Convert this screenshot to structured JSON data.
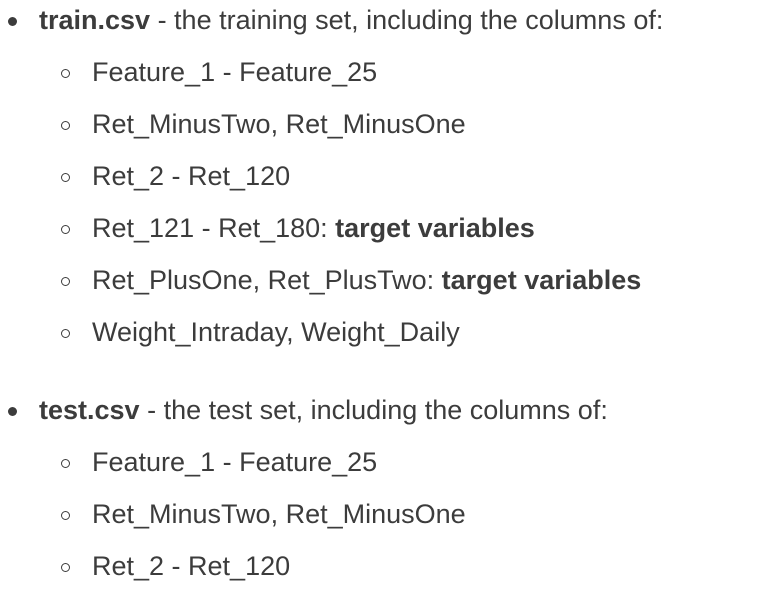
{
  "train": {
    "filename": "train.csv",
    "description": " - the training set, including the columns of:",
    "items": [
      {
        "text": "Feature_1 - Feature_25",
        "bold": ""
      },
      {
        "text": "Ret_MinusTwo, Ret_MinusOne",
        "bold": ""
      },
      {
        "text": "Ret_2 - Ret_120",
        "bold": ""
      },
      {
        "text": "Ret_121 - Ret_180: ",
        "bold": "target variables"
      },
      {
        "text": "Ret_PlusOne, Ret_PlusTwo: ",
        "bold": "target variables"
      },
      {
        "text": "Weight_Intraday, Weight_Daily",
        "bold": ""
      }
    ]
  },
  "test": {
    "filename": "test.csv",
    "description": " - the test set, including the columns of:",
    "items": [
      {
        "text": "Feature_1 - Feature_25",
        "bold": ""
      },
      {
        "text": "Ret_MinusTwo, Ret_MinusOne",
        "bold": ""
      },
      {
        "text": "Ret_2 - Ret_120",
        "bold": ""
      }
    ]
  }
}
